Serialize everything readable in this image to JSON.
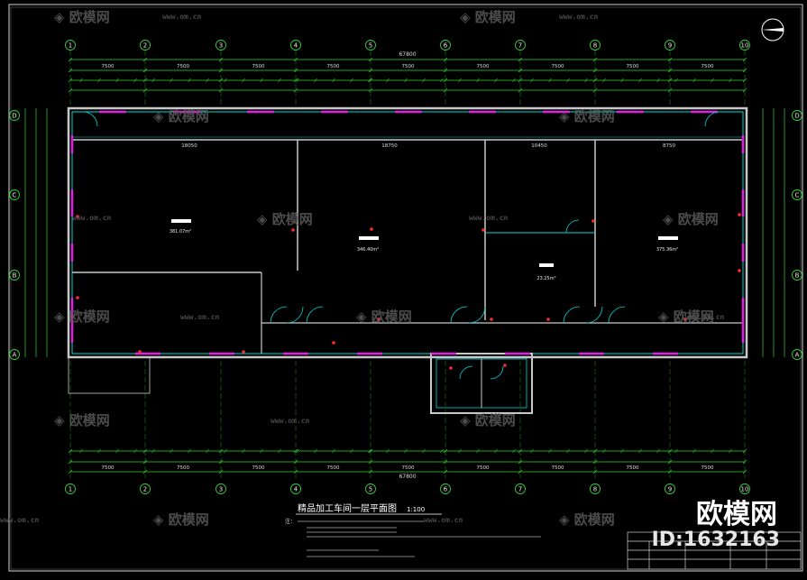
{
  "drawing": {
    "title": "精品加工车间一层平面图",
    "scale": "1:100",
    "grid_top": [
      "1",
      "2",
      "3",
      "4",
      "5",
      "6",
      "7",
      "8",
      "9",
      "10"
    ],
    "grid_left": [
      "D",
      "C",
      "B",
      "A"
    ],
    "grid_right": [
      "D",
      "C",
      "B",
      "A"
    ],
    "dims_top_row": [
      "7500",
      "7500",
      "7500",
      "7500",
      "7500",
      "7500",
      "7500",
      "7500",
      "7500"
    ],
    "dims_bottom_row": [
      "7500",
      "7500",
      "7500",
      "7500",
      "7500",
      "7500",
      "7500",
      "7500",
      "7500"
    ],
    "total_length": "67800",
    "dims_inner": [
      "18050",
      "18750",
      "10450",
      "8750"
    ],
    "room_areas": [
      "381.07m²",
      "346.40m²",
      "23.25m²",
      "375.36m²"
    ],
    "notes_label": "注："
  },
  "watermark": {
    "logo_text": "欧模网",
    "url_text": "www.om.cn"
  },
  "branding": {
    "site_name": "欧模网",
    "id_text": "ID:1632163"
  },
  "colors": {
    "background": "#000000",
    "wall": "#00d7d7",
    "accent": "#e020e0",
    "dimension": "#33d033",
    "frame": "#c8c8c8",
    "text": "#ffffff"
  }
}
